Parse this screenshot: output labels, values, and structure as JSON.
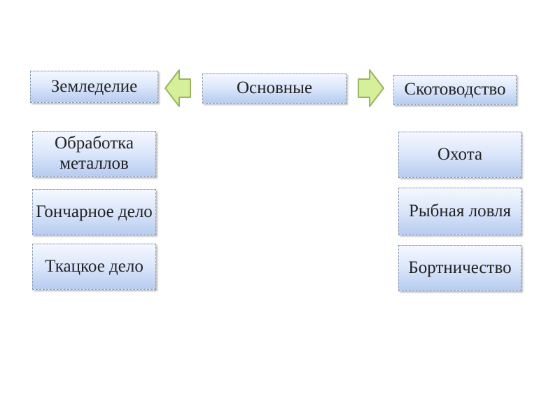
{
  "center": {
    "label": "Основные"
  },
  "left_branch": {
    "header": "Земледелие",
    "items": [
      "Обработка металлов",
      "Гончарное дело",
      "Ткацкое дело"
    ]
  },
  "right_branch": {
    "header": "Скотоводство",
    "items": [
      "Охота",
      "Рыбная ловля",
      "Бортничество"
    ]
  },
  "colors": {
    "box_top": "#f4f8ff",
    "box_bottom": "#b7ccf0",
    "box_border": "#8a9bb4",
    "arrow_fill": "#d6ef9a",
    "arrow_stroke": "#98b560"
  }
}
